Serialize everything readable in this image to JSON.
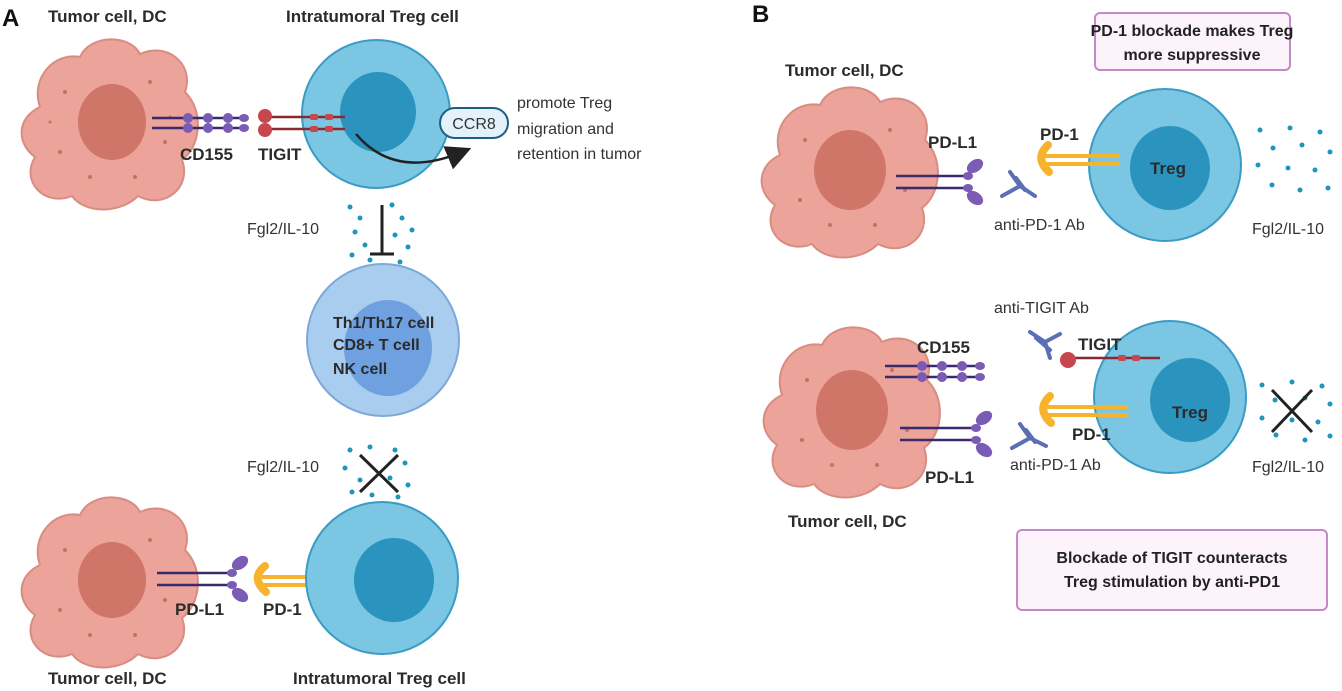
{
  "colors": {
    "tumor_fill": "#EBA39A",
    "tumor_nucleus": "#CF7668",
    "treg_fill": "#7BC6E3",
    "treg_nucleus": "#2A93BE",
    "effector_fill": "#A9CDEE",
    "effector_nucleus": "#6FA0E0",
    "pd1_yellow": "#F7B32B",
    "ligand_purple": "#7B5CB5",
    "tigit_red": "#C8474E",
    "dots_teal": "#1F96B8",
    "callout_border": "#C589C9",
    "callout_fill": "#FDF4FB",
    "antibody_blue": "#5B6FB5"
  },
  "panel_a": {
    "letter": "A",
    "top_tumor_label": "Tumor cell, DC",
    "top_treg_label": "Intratumoral Treg cell",
    "cd155_label": "CD155",
    "tigit_label": "TIGIT",
    "ccr8_label": "CCR8",
    "ccr8_note_lines": [
      "promote Treg",
      "migration and",
      "retention in tumor"
    ],
    "cytokine_label_top": "Fgl2/IL-10",
    "effector_lines": [
      "Th1/Th17 cell",
      "CD8+ T cell",
      "NK cell"
    ],
    "cytokine_label_bottom": "Fgl2/IL-10",
    "pdl1_label": "PD-L1",
    "pd1_label": "PD-1",
    "bottom_tumor_label": "Tumor cell, DC",
    "bottom_treg_label": "Intratumoral Treg cell"
  },
  "panel_b": {
    "letter": "B",
    "callout_top_lines": [
      "PD-1 blockade makes Treg",
      "more suppressive"
    ],
    "top_tumor_label": "Tumor cell, DC",
    "top_pdl1_label": "PD-L1",
    "top_pd1_label": "PD-1",
    "top_treg_label": "Treg",
    "top_ab_label": "anti-PD-1 Ab",
    "top_cytokine_label": "Fgl2/IL-10",
    "anti_tigit_label": "anti-TIGIT Ab",
    "cd155_label": "CD155",
    "tigit_label": "TIGIT",
    "bottom_treg_label": "Treg",
    "bottom_pd1_label": "PD-1",
    "bottom_pdl1_label": "PD-L1",
    "bottom_ab_label": "anti-PD-1 Ab",
    "bottom_cytokine_label": "Fgl2/IL-10",
    "bottom_tumor_label": "Tumor cell, DC",
    "callout_bottom_lines": [
      "Blockade of TIGIT counteracts",
      "Treg stimulation by anti-PD1"
    ]
  }
}
